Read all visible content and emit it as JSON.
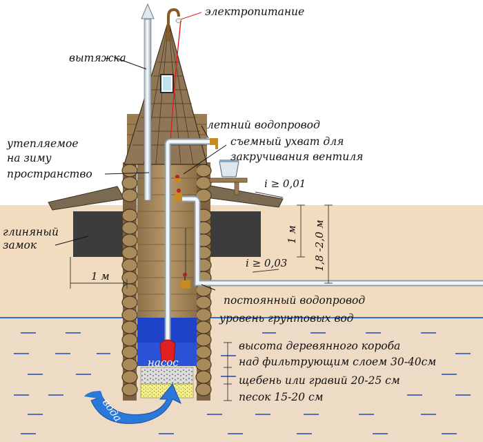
{
  "labels": {
    "power": "электропитание",
    "vent": "вытяжка",
    "summer_pipe": "летний водопровод",
    "removable_grip_1": "съемный ухват для",
    "removable_grip_2": "закручивания вентиля",
    "insulated_1": "утепляемое",
    "insulated_2": "на зиму",
    "insulated_3": "пространство",
    "slope_top": "i ≥ 0,01",
    "clay_1": "глиняный",
    "clay_2": "замок",
    "dim_1m_vertical": "1 м",
    "dim_depth": "1,8 -2,0 м",
    "slope_bottom": "i ≥ 0,03",
    "dim_1m_horizontal": "1 м",
    "permanent_pipe": "постоянный водопровод",
    "groundwater": "уровень грунтовых вод",
    "box_height_1": "высота деревянного короба",
    "box_height_2": "над фильтрующим  слоем 30-40см",
    "gravel": "щебень или гравий 20-25 см",
    "sand": "песок 15-20 см",
    "pump": "насос",
    "water": "вода"
  },
  "colors": {
    "soil": "#f2dcc0",
    "groundwater_line": "#2a6fd6",
    "water_dash": "#1e46b4",
    "well_water": "#1e43c8",
    "wood": "#a98a5a",
    "wood_dark": "#5a4630",
    "clay": "#3c3c3c",
    "pipe": "#e8eef2",
    "power_wire": "#e02020",
    "pump": "#e02020",
    "gravel": "#d8d8d8",
    "sand": "#f4ef8a",
    "arrow": "#2a78d8"
  }
}
